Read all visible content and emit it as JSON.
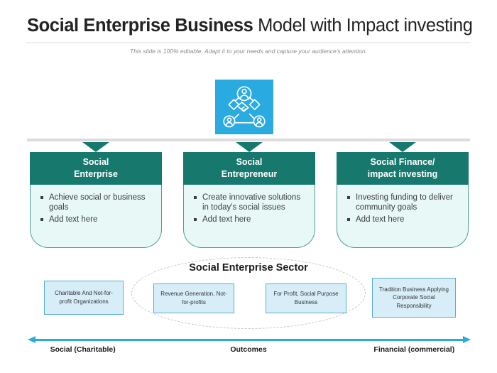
{
  "title": {
    "bold": "Social Enterprise Business",
    "regular": " Model with Impact investing"
  },
  "subtitle": "This slide is 100% editable. Adapt it to your needs and capture your audience's attention.",
  "colors": {
    "teal": "#17796e",
    "icon_blue": "#29abe2",
    "card_body_bg": "#e7f8f6",
    "card_border": "#4a9e94",
    "connector_gray": "#dcdcdc",
    "sector_box_bg": "#d7eef9",
    "sector_box_border": "#56aec6",
    "spectrum_arrow": "#29abe2"
  },
  "icon": {
    "name": "people-handshake-icon"
  },
  "cards": [
    {
      "line1": "Social",
      "line2": "Enterprise",
      "bullets": [
        "Achieve social or business goals",
        "Add text here"
      ]
    },
    {
      "line1": "Social",
      "line2": "Entrepreneur",
      "bullets": [
        "Create innovative solutions in today's social issues",
        "Add text here"
      ]
    },
    {
      "line1": "Social Finance/",
      "line2": "impact investing",
      "bullets": [
        "Investing funding to deliver community goals",
        "Add text here"
      ]
    }
  ],
  "sector": {
    "title": "Social Enterprise Sector",
    "boxes": [
      "Charitable And Not-for-profit Organizations",
      "Revenue Generation, Not-for-profits",
      "For Profit,  Social Purpose Business",
      "Tradition Business Applying Corporate Social Responsibility"
    ]
  },
  "axis": {
    "labels": [
      "Social (Charitable)",
      "Outcomes",
      "Financial (commercial)"
    ]
  }
}
